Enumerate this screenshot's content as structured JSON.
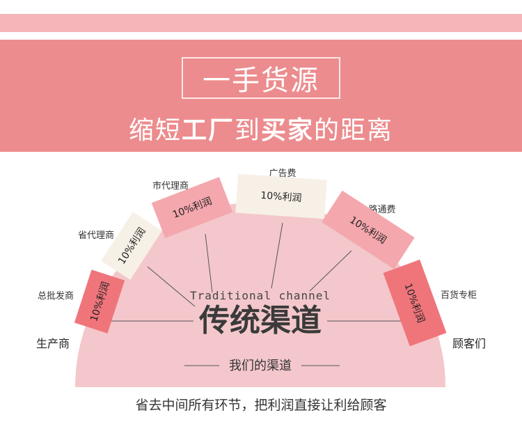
{
  "header": {
    "title": "一手货源",
    "subtitle_parts": [
      {
        "text": "缩短",
        "bold": false
      },
      {
        "text": "工厂",
        "bold": true
      },
      {
        "text": "到",
        "bold": false
      },
      {
        "text": "买家",
        "bold": true
      },
      {
        "text": "的距离",
        "bold": false
      }
    ]
  },
  "diagram": {
    "english": "Traditional channel",
    "title": "传统渠道",
    "bottom_label": "我们的渠道",
    "left_end": "生产商",
    "right_end": "顾客们",
    "segments": [
      {
        "name": "总批发商",
        "profit": "10%利润"
      },
      {
        "name": "省代理商",
        "profit": "10%利润"
      },
      {
        "name": "市代理商",
        "profit": "10%利润"
      },
      {
        "name": "广告费",
        "profit": "10%利润"
      },
      {
        "name": "路通费",
        "profit": "10%利润"
      },
      {
        "name": "百货专柜",
        "profit": "10%利润"
      }
    ]
  },
  "footer": {
    "text": "省去中间所有环节，把利润直接让利给顾客"
  },
  "colors": {
    "banner": "#ec8c8e",
    "stripe": "#f6b6b9",
    "semicircle": "#f3c7cb",
    "block_dark": "#ef757b",
    "block_mid": "#f4a7ad",
    "block_cream": "#f7f0e6"
  }
}
